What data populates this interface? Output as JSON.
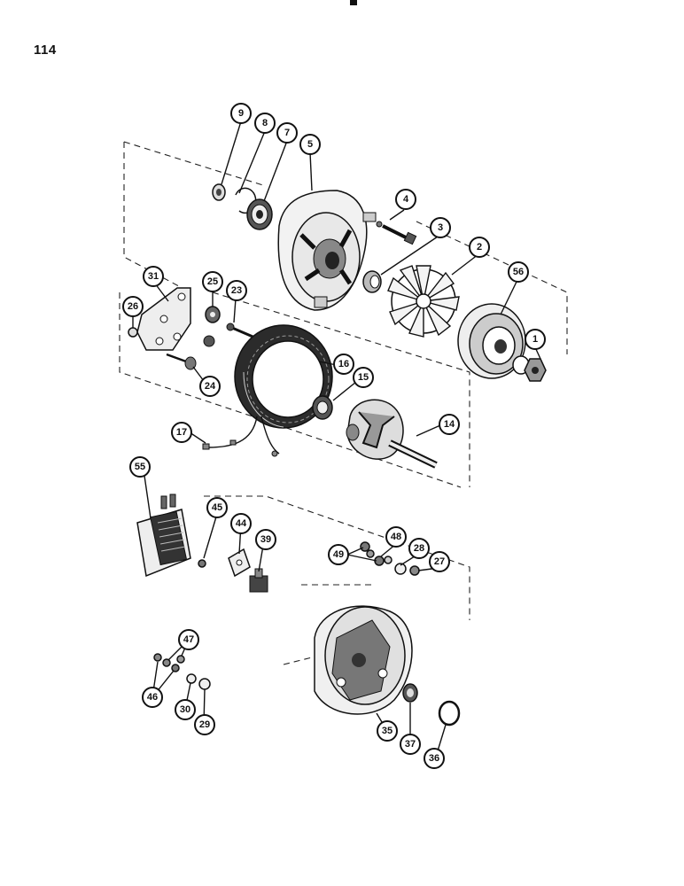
{
  "page": {
    "number": "114"
  },
  "callouts": [
    {
      "id": "c9",
      "label": "9"
    },
    {
      "id": "c8",
      "label": "8"
    },
    {
      "id": "c7",
      "label": "7"
    },
    {
      "id": "c5",
      "label": "5"
    },
    {
      "id": "c4",
      "label": "4"
    },
    {
      "id": "c3",
      "label": "3"
    },
    {
      "id": "c2",
      "label": "2"
    },
    {
      "id": "c56",
      "label": "56"
    },
    {
      "id": "c1",
      "label": "1"
    },
    {
      "id": "c31",
      "label": "31"
    },
    {
      "id": "c25",
      "label": "25"
    },
    {
      "id": "c23",
      "label": "23"
    },
    {
      "id": "c26",
      "label": "26"
    },
    {
      "id": "c16",
      "label": "16"
    },
    {
      "id": "c15",
      "label": "15"
    },
    {
      "id": "c24",
      "label": "24"
    },
    {
      "id": "c17",
      "label": "17"
    },
    {
      "id": "c14",
      "label": "14"
    },
    {
      "id": "c55",
      "label": "55"
    },
    {
      "id": "c45",
      "label": "45"
    },
    {
      "id": "c44",
      "label": "44"
    },
    {
      "id": "c39",
      "label": "39"
    },
    {
      "id": "c48",
      "label": "48"
    },
    {
      "id": "c49",
      "label": "49"
    },
    {
      "id": "c28",
      "label": "28"
    },
    {
      "id": "c27",
      "label": "27"
    },
    {
      "id": "c47",
      "label": "47"
    },
    {
      "id": "c46",
      "label": "46"
    },
    {
      "id": "c30",
      "label": "30"
    },
    {
      "id": "c29",
      "label": "29"
    },
    {
      "id": "c35",
      "label": "35"
    },
    {
      "id": "c37",
      "label": "37"
    },
    {
      "id": "c36",
      "label": "36"
    }
  ]
}
